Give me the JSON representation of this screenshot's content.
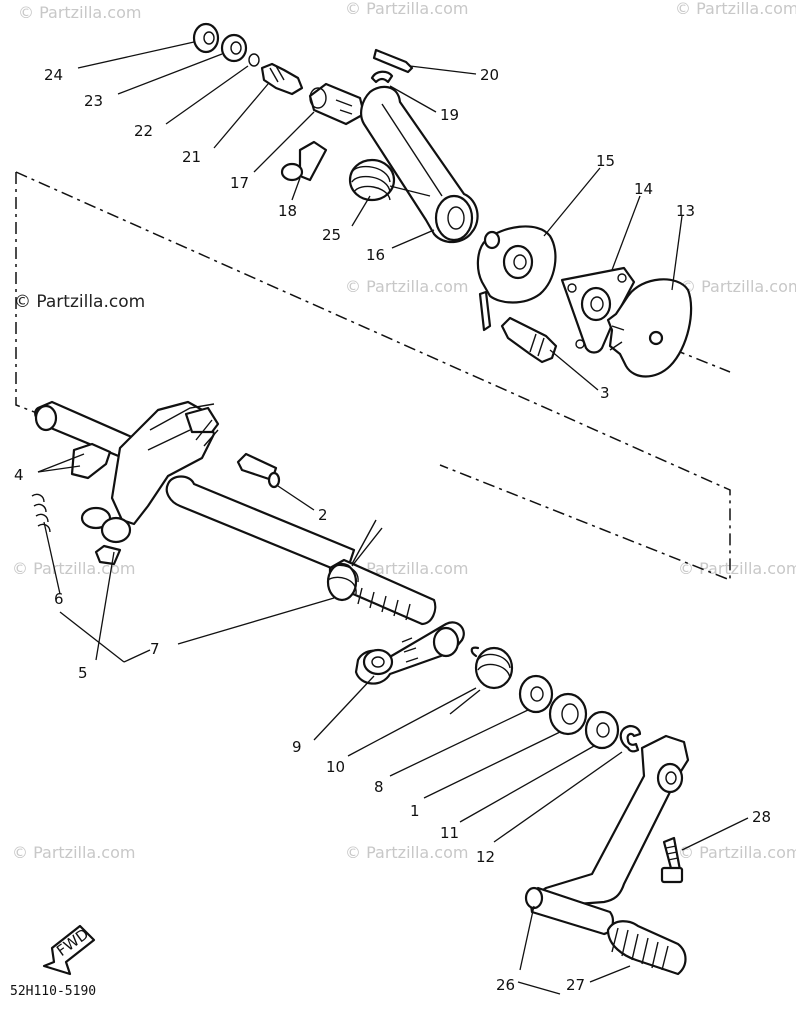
{
  "watermark": "© Partzilla.com",
  "brand": "© Partzilla.com",
  "diagram_code": "52H110-5190",
  "fwd_label": "FWD",
  "callouts": [
    "24",
    "23",
    "22",
    "21",
    "17",
    "18",
    "20",
    "19",
    "25",
    "16",
    "15",
    "14",
    "13",
    "3",
    "4",
    "2",
    "6",
    "5",
    "7",
    "9",
    "10",
    "8",
    "1",
    "11",
    "12",
    "28",
    "26",
    "27"
  ]
}
